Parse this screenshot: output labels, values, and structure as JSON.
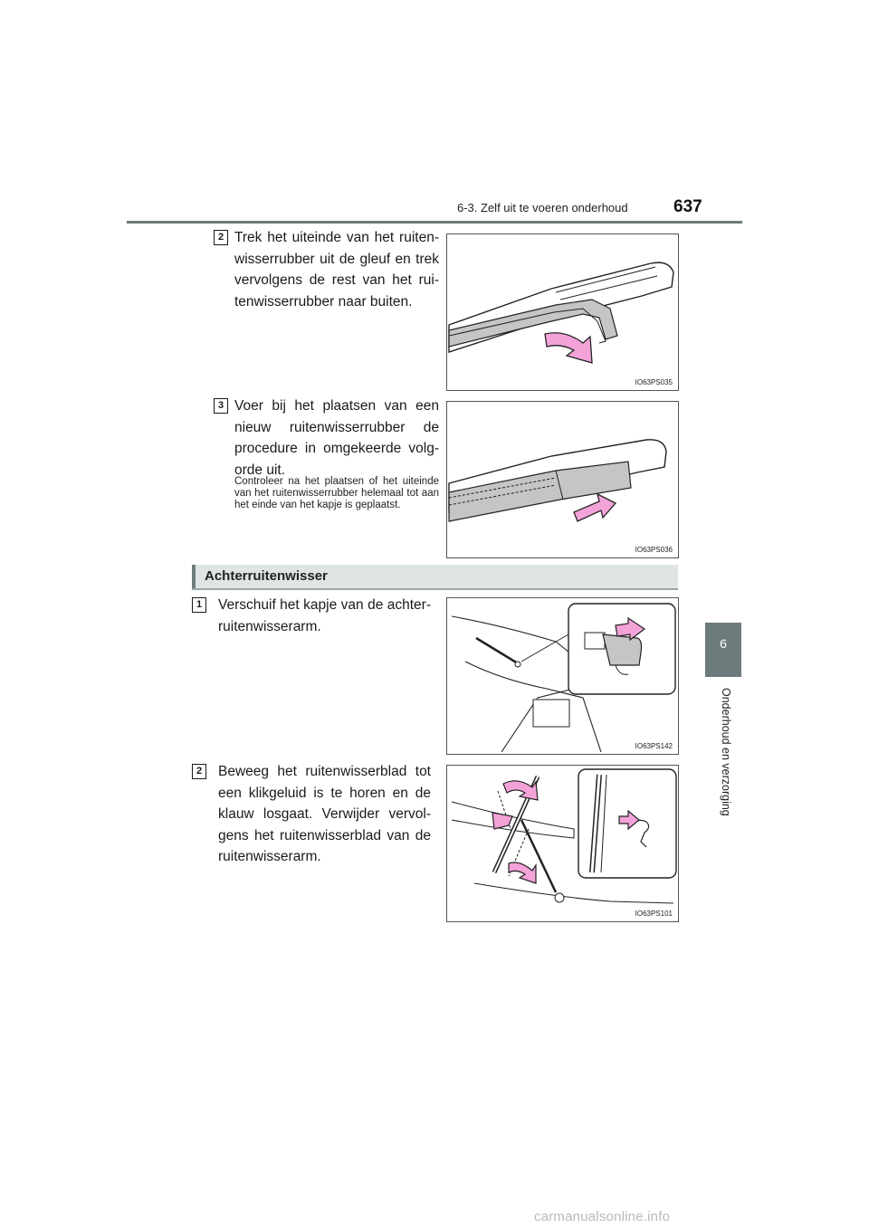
{
  "header": {
    "section_title": "6-3. Zelf uit te voeren onderhoud",
    "page_number": "637"
  },
  "side_tab": {
    "number": "6",
    "label": "Onderhoud en verzorging"
  },
  "section": {
    "title": "Achterruitenwisser"
  },
  "steps": [
    {
      "number": "2",
      "text": "Trek het uiteinde van het ruiten-wisserrubber uit de gleuf en trek vervolgens de rest van het rui-tenwisserrubber naar buiten.",
      "figure_code": "IO63PS035"
    },
    {
      "number": "3",
      "text": "Voer bij het plaatsen van een nieuw ruitenwisserrubber de procedure in omgekeerde volg-orde uit.",
      "note": "Controleer na het plaatsen of het uiteinde van het ruitenwisserrubber helemaal tot aan het einde van het kapje is geplaatst.",
      "figure_code": "IO63PS036"
    },
    {
      "number": "1",
      "text": "Verschuif het kapje van de achter-ruitenwisserarm.",
      "figure_code": "IO63PS142"
    },
    {
      "number": "2",
      "text": "Beweeg het ruitenwisserblad tot een klikgeluid is te horen en de klauw losgaat. Verwijder vervol-gens het ruitenwisserblad van de ruitenwisserarm.",
      "figure_code": "IO63PS101"
    }
  ],
  "watermark": "carmanualsonline.info",
  "colors": {
    "accent": "#6e7b7c",
    "arrow_pink": "#f4a3d8",
    "section_bg": "#dfe4e4"
  }
}
